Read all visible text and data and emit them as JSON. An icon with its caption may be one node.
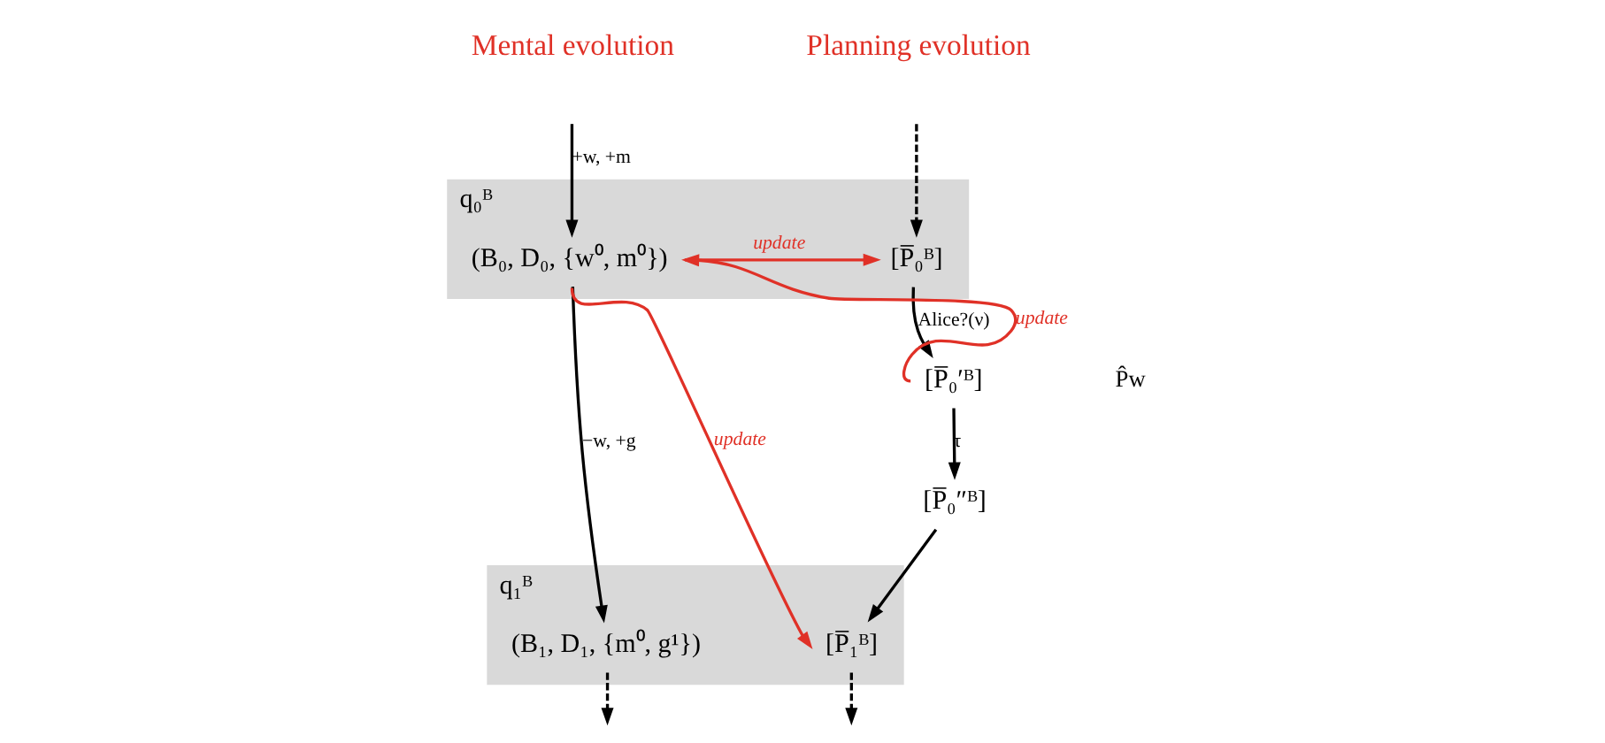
{
  "diagram": {
    "nodes": [
      {
        "text": [
          "q₀ᴮ"
        ]
      },
      {
        "text": [
          "(B₀, D₀, {w⁰, m⁰})"
        ],
        "in": 0
      },
      {
        "text": [
          "[P̅₀ᴮ]"
        ],
        "in": 0
      },
      {
        "text": [
          "[P̅₀′ᴮ]"
        ]
      },
      {
        "text": [
          "[P̅₀″ᴮ]"
        ]
      },
      {
        "text": [
          "q₁ᴮ"
        ]
      },
      {
        "text": [
          "(B₁, D₁, {m⁰, g¹})"
        ],
        "in": 5
      },
      {
        "text": [
          "[P̅₁ᴮ]"
        ],
        "in": 5
      }
    ],
    "edges": [
      {
        "from": null,
        "to": 1,
        "arrow": "to",
        "label": "+w, +m"
      },
      {
        "from": null,
        "to": 2,
        "arrow": "to",
        "style": "dashed"
      },
      {
        "from": 1,
        "to": 2,
        "arrow": "to",
        "label": "update",
        "color": "#e03127"
      },
      {
        "from": 2,
        "to": 3,
        "arrow": "to",
        "label": "Alice?(ν)"
      },
      {
        "from": 3,
        "to": 4,
        "arrow": "to",
        "label": "τ"
      },
      {
        "from": 3,
        "to": 1,
        "arrow": "to",
        "label": "update",
        "color": "#e03127"
      },
      {
        "from": 1,
        "to": 6,
        "arrow": "to",
        "label": "−w, +g"
      },
      {
        "from": 1,
        "to": 7,
        "arrow": "to",
        "label": "update",
        "color": "#e03127"
      },
      {
        "from": 4,
        "to": 7,
        "arrow": "to"
      },
      {
        "from": 6,
        "to": null,
        "arrow": "to",
        "style": "dashed"
      },
      {
        "from": 7,
        "to": null,
        "arrow": "to",
        "style": "dashed"
      }
    ],
    "labels": [
      "Mental evolution",
      "Planning evolution",
      "P̂w"
    ]
  }
}
